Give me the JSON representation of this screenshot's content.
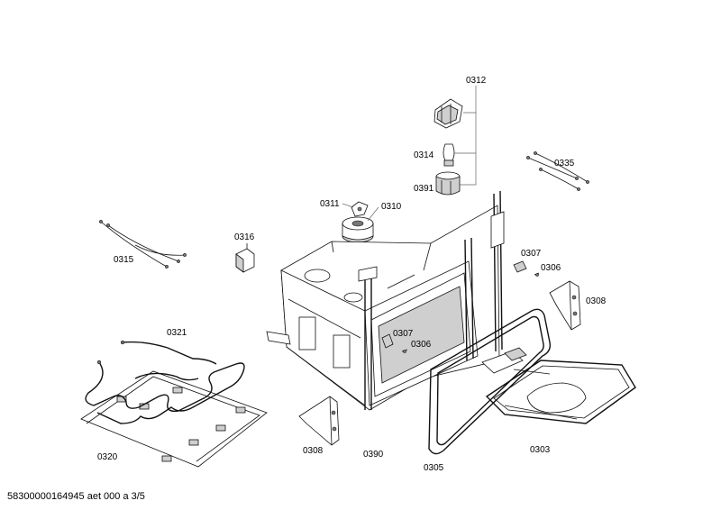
{
  "parts": [
    {
      "id": "p0312",
      "label": "0312"
    },
    {
      "id": "p0314",
      "label": "0314"
    },
    {
      "id": "p0391",
      "label": "0391"
    },
    {
      "id": "p0335",
      "label": "0335"
    },
    {
      "id": "p0311",
      "label": "0311"
    },
    {
      "id": "p0310",
      "label": "0310"
    },
    {
      "id": "p0316",
      "label": "0316"
    },
    {
      "id": "p0315",
      "label": "0315"
    },
    {
      "id": "p0307a",
      "label": "0307"
    },
    {
      "id": "p0306a",
      "label": "0306"
    },
    {
      "id": "p0308a",
      "label": "0308"
    },
    {
      "id": "p0321",
      "label": "0321"
    },
    {
      "id": "p0307b",
      "label": "0307"
    },
    {
      "id": "p0306b",
      "label": "0306"
    },
    {
      "id": "p0320",
      "label": "0320"
    },
    {
      "id": "p0308b",
      "label": "0308"
    },
    {
      "id": "p0390",
      "label": "0390"
    },
    {
      "id": "p0305",
      "label": "0305"
    },
    {
      "id": "p0303",
      "label": "0303"
    }
  ],
  "footer": "58300000164945 aet 000 a 3/5"
}
